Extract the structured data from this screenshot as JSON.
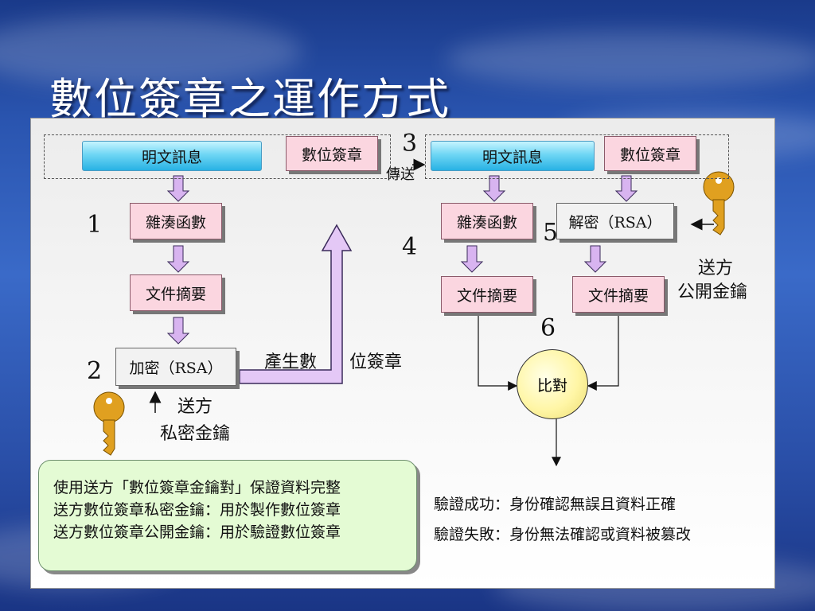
{
  "slide": {
    "title": "數位簽章之運作方式"
  },
  "sender": {
    "message": "明文訊息",
    "signature": "數位簽章",
    "hash": "雜湊函數",
    "digest": "文件摘要",
    "encrypt": "加密（RSA）",
    "produce_label_1": "產生數",
    "produce_label_2": "位簽章",
    "key_label_1": "送方",
    "key_label_2": "私密金鑰"
  },
  "transfer": {
    "label": "傳送"
  },
  "receiver": {
    "message": "明文訊息",
    "signature": "數位簽章",
    "hash": "雜湊函數",
    "decrypt": "解密（RSA）",
    "digest_left": "文件摘要",
    "digest_right": "文件摘要",
    "key_label_1": "送方",
    "key_label_2": "公開金鑰",
    "compare": "比對"
  },
  "steps": [
    "1",
    "2",
    "3",
    "4",
    "5",
    "6"
  ],
  "note": {
    "lines": [
      "使用送方「數位簽章金鑰對」保證資料完整",
      "送方數位簽章私密金鑰：用於製作數位簽章",
      "送方數位簽章公開金鑰：用於驗證數位簽章"
    ]
  },
  "results": {
    "success": "驗證成功：身份確認無誤且資料正確",
    "failure": "驗證失敗：身份無法確認或資料被篡改"
  },
  "colors": {
    "pink_box": "#fbd6e0",
    "cyan_box": "#28b2e4",
    "arrow_fill": "#d8b4f0",
    "key": "#e0a020",
    "note_bg": "#e4fbd4",
    "compare_fill": "#fff6a6"
  }
}
